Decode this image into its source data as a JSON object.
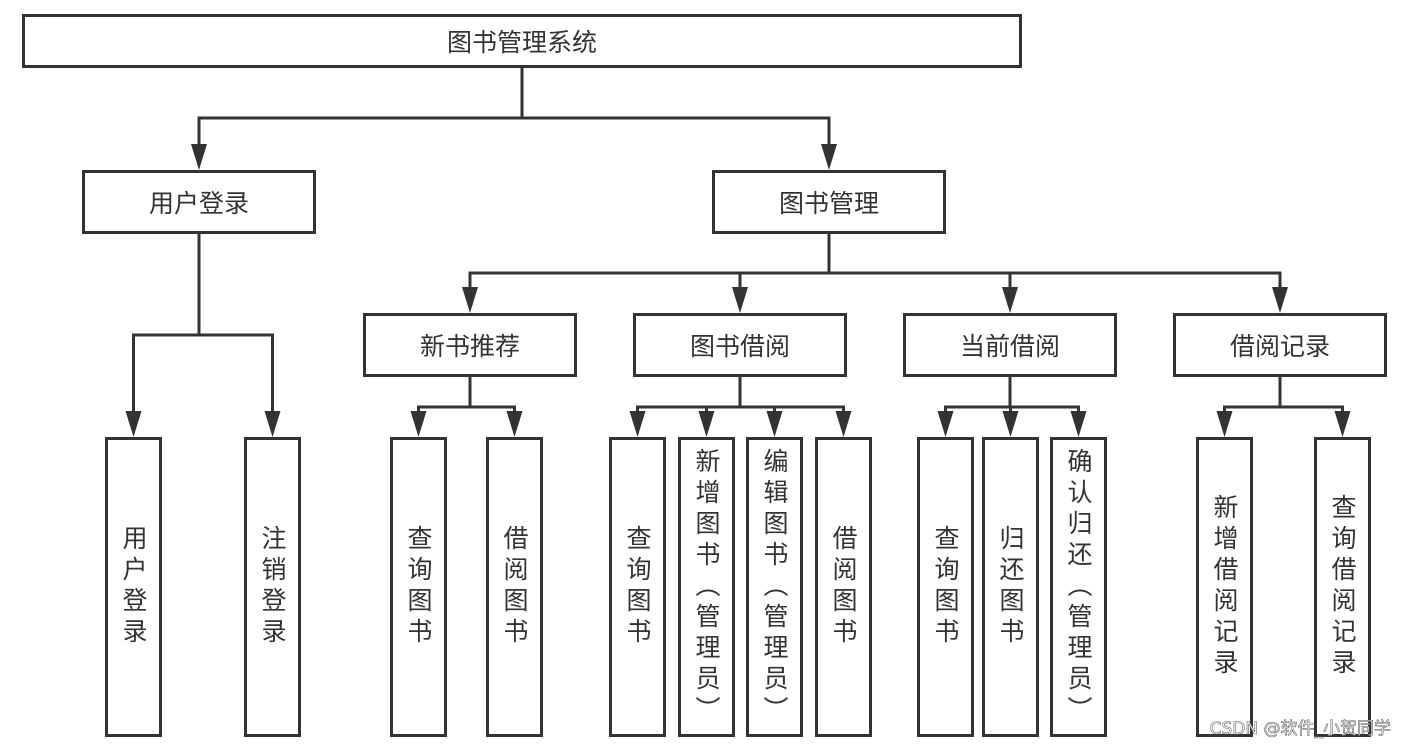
{
  "diagram": {
    "root": {
      "label": "图书管理系统",
      "children": [
        {
          "label": "用户登录",
          "children": [
            {
              "label": "用户登录"
            },
            {
              "label": "注销登录"
            }
          ]
        },
        {
          "label": "图书管理",
          "children": [
            {
              "label": "新书推荐",
              "children": [
                {
                  "label": "查询图书"
                },
                {
                  "label": "借阅图书"
                }
              ]
            },
            {
              "label": "图书借阅",
              "children": [
                {
                  "label": "查询图书"
                },
                {
                  "label": "新增图书（管理员）"
                },
                {
                  "label": "编辑图书（管理员）"
                },
                {
                  "label": "借阅图书"
                }
              ]
            },
            {
              "label": "当前借阅",
              "children": [
                {
                  "label": "查询图书"
                },
                {
                  "label": "归还图书"
                },
                {
                  "label": "确认归还（管理员）"
                }
              ]
            },
            {
              "label": "借阅记录",
              "children": [
                {
                  "label": "新增借阅记录"
                },
                {
                  "label": "查询借阅记录"
                }
              ]
            }
          ]
        }
      ]
    }
  },
  "watermark": "CSDN @软件_小贺同学",
  "colors": {
    "stroke": "#333333",
    "text": "#333333",
    "background": "#ffffff"
  }
}
